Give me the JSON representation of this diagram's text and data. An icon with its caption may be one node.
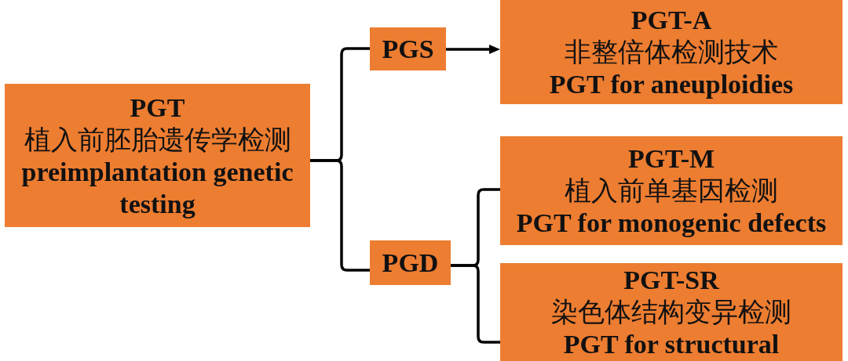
{
  "diagram": {
    "nodes": [
      {
        "text": [
          "PGT",
          "植入前胚胎遗传学检测",
          "preimplantation genetic testing"
        ]
      },
      {
        "text": [
          "PGS"
        ]
      },
      {
        "text": [
          "PGT-A",
          "非整倍体检测技术",
          "PGT for aneuploidies"
        ]
      },
      {
        "text": [
          "PGD"
        ]
      },
      {
        "text": [
          "PGT-M",
          "植入前单基因检测",
          "PGT for monogenic defects"
        ]
      },
      {
        "text": [
          "PGT-SR",
          "染色体结构变异检测",
          "PGT for structural"
        ]
      }
    ],
    "edges": [
      {
        "from": 0,
        "to": 1,
        "arrow": "none"
      },
      {
        "from": 0,
        "to": 3,
        "arrow": "none"
      },
      {
        "from": 1,
        "to": 2,
        "arrow": "to"
      },
      {
        "from": 3,
        "to": 4,
        "arrow": "none"
      },
      {
        "from": 3,
        "to": 5,
        "arrow": "none"
      }
    ]
  }
}
